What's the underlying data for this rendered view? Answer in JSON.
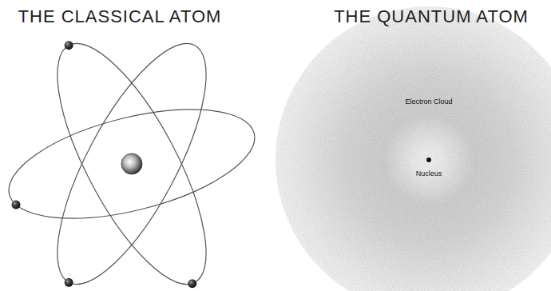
{
  "diagram": {
    "labels": [
      "THE CLASSICAL ATOM",
      "THE QUANTUM ATOM",
      "Electron Cloud",
      "Nucleus"
    ]
  }
}
